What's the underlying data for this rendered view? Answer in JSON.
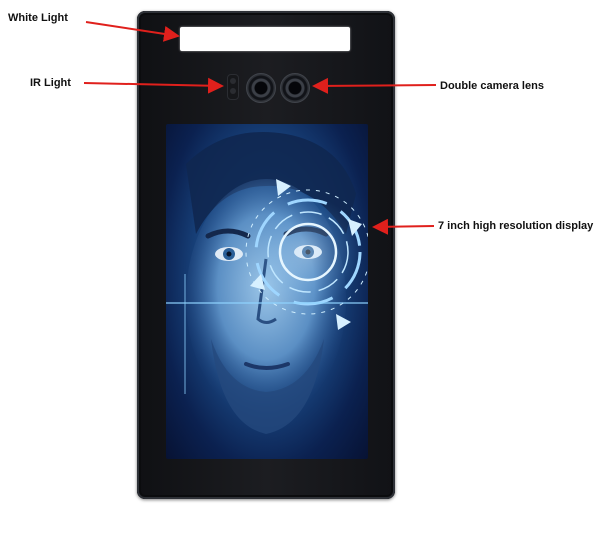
{
  "labels": {
    "white_light": "White Light",
    "ir_light": "IR Light",
    "double_camera_lens": "Double camera lens",
    "display": "7 inch high resolution display"
  },
  "colors": {
    "arrow": "#e0201c",
    "device_body": "#16171b",
    "screen_blue": "#1d4f8c"
  },
  "icons": {
    "face_scan": "face-scan-icon"
  }
}
